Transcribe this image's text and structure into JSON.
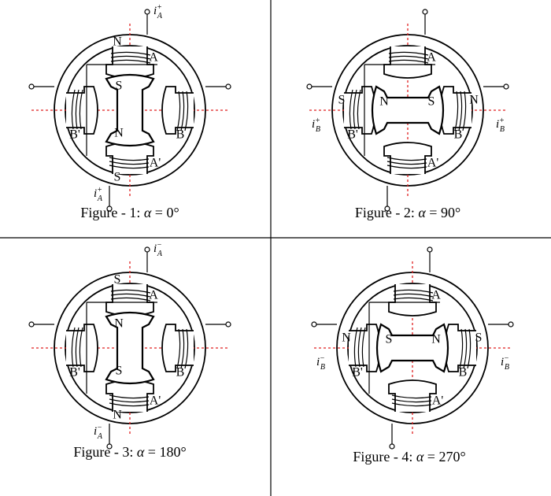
{
  "grid": {
    "line_color": "#000000"
  },
  "colors": {
    "stroke": "#000000",
    "axis": "#e02020"
  },
  "panels": [
    {
      "id": "fig1",
      "caption": {
        "prefix": "Figure - 1: ",
        "symbol": "α",
        "suffix": " = 0°"
      },
      "rotor": "vertical",
      "stator_poles": {
        "top": "N",
        "bottom": "S",
        "left": "",
        "right": ""
      },
      "rotor_poles": {
        "end1": "S",
        "end2": "N"
      },
      "labels": {
        "A": "A",
        "A_prime": "A'",
        "B": "B",
        "B_prime": "B'"
      },
      "currents": {
        "top": {
          "base": "i",
          "sub": "A",
          "sup": "+"
        },
        "bottom": {
          "base": "i",
          "sub": "A",
          "sup": "+"
        },
        "left": null,
        "right": null
      }
    },
    {
      "id": "fig2",
      "caption": {
        "prefix": "Figure - 2: ",
        "symbol": "α",
        "suffix": " = 90°"
      },
      "rotor": "horizontal",
      "stator_poles": {
        "top": "",
        "bottom": "",
        "left": "S",
        "right": "N"
      },
      "rotor_poles": {
        "end1": "N",
        "end2": "S"
      },
      "labels": {
        "A": "A",
        "A_prime": "A'",
        "B": "B",
        "B_prime": "B'"
      },
      "currents": {
        "top": null,
        "bottom": null,
        "left": {
          "base": "i",
          "sub": "B",
          "sup": "+"
        },
        "right": {
          "base": "i",
          "sub": "B",
          "sup": "+"
        }
      }
    },
    {
      "id": "fig3",
      "caption": {
        "prefix": "Figure - 3: ",
        "symbol": "α",
        "suffix": " = 180°"
      },
      "rotor": "vertical",
      "stator_poles": {
        "top": "S",
        "bottom": "N",
        "left": "",
        "right": ""
      },
      "rotor_poles": {
        "end1": "N",
        "end2": "S"
      },
      "labels": {
        "A": "A",
        "A_prime": "A'",
        "B": "B",
        "B_prime": "B'"
      },
      "currents": {
        "top": {
          "base": "i",
          "sub": "A",
          "sup": "−"
        },
        "bottom": {
          "base": "i",
          "sub": "A",
          "sup": "−"
        },
        "left": null,
        "right": null
      }
    },
    {
      "id": "fig4",
      "caption": {
        "prefix": "Figure - 4: ",
        "symbol": "α",
        "suffix": " = 270°"
      },
      "rotor": "horizontal",
      "stator_poles": {
        "top": "",
        "bottom": "",
        "left": "N",
        "right": "S"
      },
      "rotor_poles": {
        "end1": "S",
        "end2": "N"
      },
      "labels": {
        "A": "A",
        "A_prime": "A'",
        "B": "B",
        "B_prime": "B'"
      },
      "currents": {
        "top": null,
        "bottom": null,
        "left": {
          "base": "i",
          "sub": "B",
          "sup": "−"
        },
        "right": {
          "base": "i",
          "sub": "B",
          "sup": "−"
        }
      }
    }
  ]
}
